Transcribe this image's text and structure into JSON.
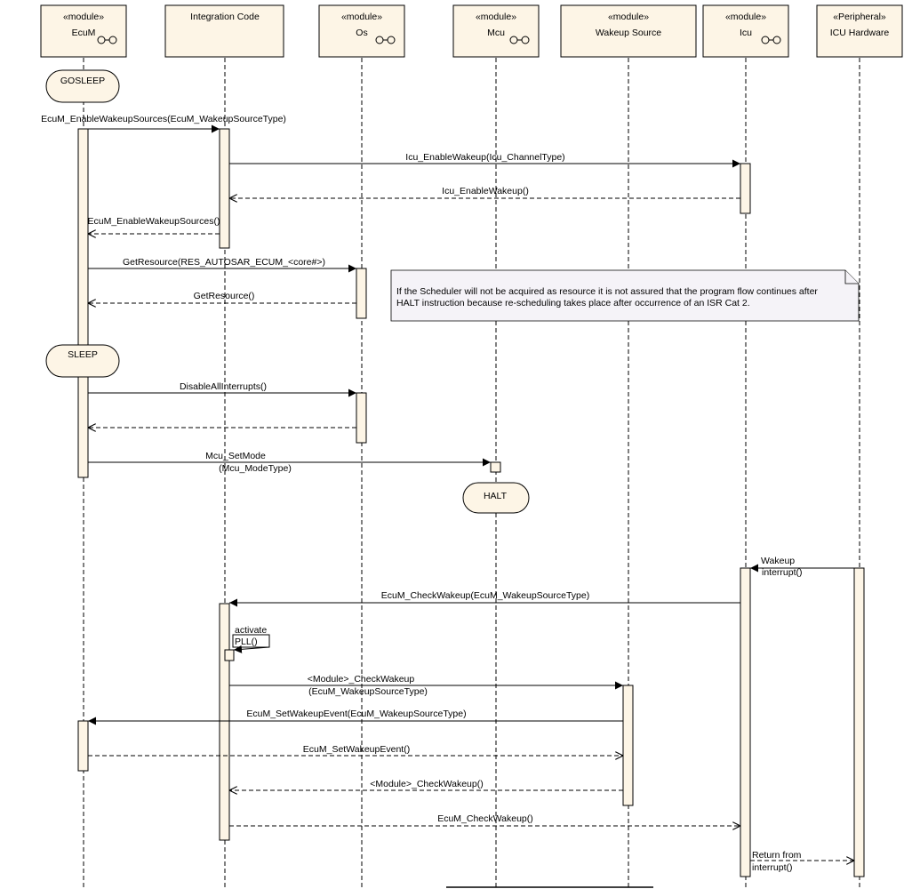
{
  "lifelines": [
    {
      "id": "ecum",
      "stereotype": "«module»",
      "name": "EcuM",
      "icon": "component-icon"
    },
    {
      "id": "integration",
      "stereotype": "",
      "name": "Integration Code",
      "icon": ""
    },
    {
      "id": "os",
      "stereotype": "«module»",
      "name": "Os",
      "icon": "component-icon"
    },
    {
      "id": "mcu",
      "stereotype": "«module»",
      "name": "Mcu",
      "icon": "component-icon"
    },
    {
      "id": "wakeup",
      "stereotype": "«module»",
      "name": "Wakeup Source",
      "icon": ""
    },
    {
      "id": "icu",
      "stereotype": "«module»",
      "name": "Icu",
      "icon": "component-icon"
    },
    {
      "id": "icuhw",
      "stereotype": "«Peripheral»",
      "name": "ICU Hardware",
      "icon": ""
    }
  ],
  "states": {
    "gosleep": "GOSLEEP",
    "sleep": "SLEEP",
    "halt": "HALT"
  },
  "messages": {
    "m1": "EcuM_EnableWakeupSources(EcuM_WakeupSourceType)",
    "m2": "Icu_EnableWakeup(Icu_ChannelType)",
    "m3": "Icu_EnableWakeup()",
    "m4": "EcuM_EnableWakeupSources()",
    "m5": "GetResource(RES_AUTOSAR_ECUM_<core#>)",
    "m6": "GetResource()",
    "m7": "DisableAllInterrupts()",
    "m9_l1": "Mcu_SetMode",
    "m9_l2": "(Mcu_ModeType)",
    "m10_l1": "Wakeup",
    "m10_l2": "interrupt()",
    "m11": "EcuM_CheckWakeup(EcuM_WakeupSourceType)",
    "m12_l1": "activate",
    "m12_l2": "PLL()",
    "m13_l1": "<Module>_CheckWakeup",
    "m13_l2": "(EcuM_WakeupSourceType)",
    "m14": "EcuM_SetWakeupEvent(EcuM_WakeupSourceType)",
    "m15": "EcuM_SetWakeupEvent()",
    "m16": "<Module>_CheckWakeup()",
    "m17": "EcuM_CheckWakeup()",
    "m18_l1": "Return from",
    "m18_l2": "interrupt()"
  },
  "note": {
    "line1": "If the Scheduler will not be acquired as resource it is not assured that the program flow continues after",
    "line2": "HALT instruction because re-scheduling takes place after occurrence of an ISR Cat 2."
  }
}
